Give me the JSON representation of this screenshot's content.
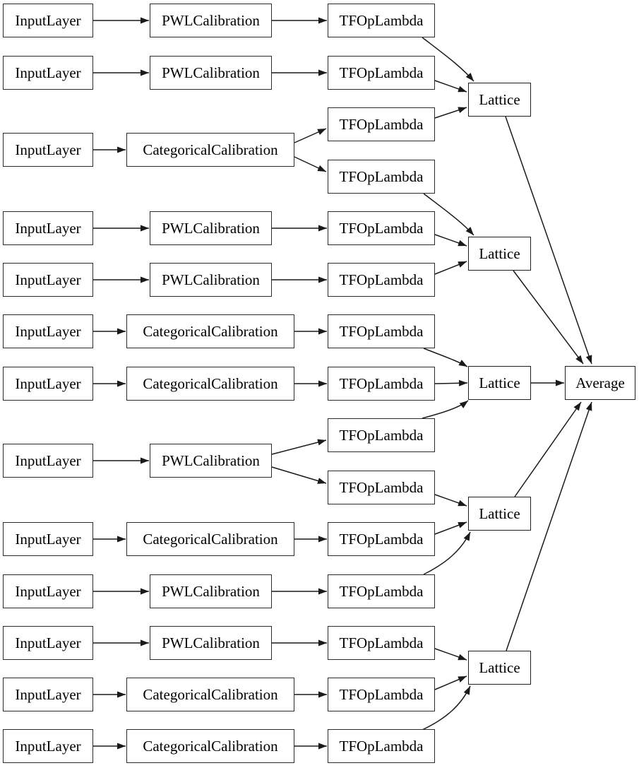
{
  "diagram": {
    "nodes": [
      {
        "id": "il1",
        "label": "InputLayer"
      },
      {
        "id": "il2",
        "label": "InputLayer"
      },
      {
        "id": "il3",
        "label": "InputLayer"
      },
      {
        "id": "il4",
        "label": "InputLayer"
      },
      {
        "id": "il5",
        "label": "InputLayer"
      },
      {
        "id": "il6",
        "label": "InputLayer"
      },
      {
        "id": "il7",
        "label": "InputLayer"
      },
      {
        "id": "il8",
        "label": "InputLayer"
      },
      {
        "id": "il9",
        "label": "InputLayer"
      },
      {
        "id": "il10",
        "label": "InputLayer"
      },
      {
        "id": "il11",
        "label": "InputLayer"
      },
      {
        "id": "il12",
        "label": "InputLayer"
      },
      {
        "id": "il13",
        "label": "InputLayer"
      },
      {
        "id": "cal1",
        "label": "PWLCalibration"
      },
      {
        "id": "cal2",
        "label": "PWLCalibration"
      },
      {
        "id": "cal3",
        "label": "CategoricalCalibration"
      },
      {
        "id": "cal4",
        "label": "PWLCalibration"
      },
      {
        "id": "cal5",
        "label": "PWLCalibration"
      },
      {
        "id": "cal6",
        "label": "CategoricalCalibration"
      },
      {
        "id": "cal7",
        "label": "CategoricalCalibration"
      },
      {
        "id": "cal8",
        "label": "PWLCalibration"
      },
      {
        "id": "cal9",
        "label": "CategoricalCalibration"
      },
      {
        "id": "cal10",
        "label": "PWLCalibration"
      },
      {
        "id": "cal11",
        "label": "PWLCalibration"
      },
      {
        "id": "cal12",
        "label": "CategoricalCalibration"
      },
      {
        "id": "cal13",
        "label": "CategoricalCalibration"
      },
      {
        "id": "tf1",
        "label": "TFOpLambda"
      },
      {
        "id": "tf2",
        "label": "TFOpLambda"
      },
      {
        "id": "tf3",
        "label": "TFOpLambda"
      },
      {
        "id": "tf4",
        "label": "TFOpLambda"
      },
      {
        "id": "tf5",
        "label": "TFOpLambda"
      },
      {
        "id": "tf6",
        "label": "TFOpLambda"
      },
      {
        "id": "tf7",
        "label": "TFOpLambda"
      },
      {
        "id": "tf8",
        "label": "TFOpLambda"
      },
      {
        "id": "tf9",
        "label": "TFOpLambda"
      },
      {
        "id": "tf10",
        "label": "TFOpLambda"
      },
      {
        "id": "tf11",
        "label": "TFOpLambda"
      },
      {
        "id": "tf12",
        "label": "TFOpLambda"
      },
      {
        "id": "tf13",
        "label": "TFOpLambda"
      },
      {
        "id": "tf14",
        "label": "TFOpLambda"
      },
      {
        "id": "tf15",
        "label": "TFOpLambda"
      },
      {
        "id": "lat1",
        "label": "Lattice"
      },
      {
        "id": "lat2",
        "label": "Lattice"
      },
      {
        "id": "lat3",
        "label": "Lattice"
      },
      {
        "id": "lat4",
        "label": "Lattice"
      },
      {
        "id": "lat5",
        "label": "Lattice"
      },
      {
        "id": "avg",
        "label": "Average"
      }
    ],
    "edges": [
      [
        "il1",
        "cal1"
      ],
      [
        "il2",
        "cal2"
      ],
      [
        "il3",
        "cal3"
      ],
      [
        "il4",
        "cal4"
      ],
      [
        "il5",
        "cal5"
      ],
      [
        "il6",
        "cal6"
      ],
      [
        "il7",
        "cal7"
      ],
      [
        "il8",
        "cal8"
      ],
      [
        "il9",
        "cal9"
      ],
      [
        "il10",
        "cal10"
      ],
      [
        "il11",
        "cal11"
      ],
      [
        "il12",
        "cal12"
      ],
      [
        "il13",
        "cal13"
      ],
      [
        "cal1",
        "tf1"
      ],
      [
        "cal2",
        "tf2"
      ],
      [
        "cal3",
        "tf3"
      ],
      [
        "cal3",
        "tf4"
      ],
      [
        "cal4",
        "tf5"
      ],
      [
        "cal5",
        "tf6"
      ],
      [
        "cal6",
        "tf7"
      ],
      [
        "cal7",
        "tf8"
      ],
      [
        "cal8",
        "tf9"
      ],
      [
        "cal8",
        "tf10"
      ],
      [
        "cal9",
        "tf11"
      ],
      [
        "cal10",
        "tf12"
      ],
      [
        "cal11",
        "tf13"
      ],
      [
        "cal12",
        "tf14"
      ],
      [
        "cal13",
        "tf15"
      ],
      [
        "tf1",
        "lat1"
      ],
      [
        "tf2",
        "lat1"
      ],
      [
        "tf3",
        "lat1"
      ],
      [
        "tf4",
        "lat2"
      ],
      [
        "tf5",
        "lat2"
      ],
      [
        "tf6",
        "lat2"
      ],
      [
        "tf7",
        "lat3"
      ],
      [
        "tf8",
        "lat3"
      ],
      [
        "tf9",
        "lat3"
      ],
      [
        "tf10",
        "lat4"
      ],
      [
        "tf11",
        "lat4"
      ],
      [
        "tf12",
        "lat4"
      ],
      [
        "tf13",
        "lat5"
      ],
      [
        "tf14",
        "lat5"
      ],
      [
        "tf15",
        "lat5"
      ],
      [
        "lat1",
        "avg"
      ],
      [
        "lat2",
        "avg"
      ],
      [
        "lat3",
        "avg"
      ],
      [
        "lat4",
        "avg"
      ],
      [
        "lat5",
        "avg"
      ]
    ]
  }
}
